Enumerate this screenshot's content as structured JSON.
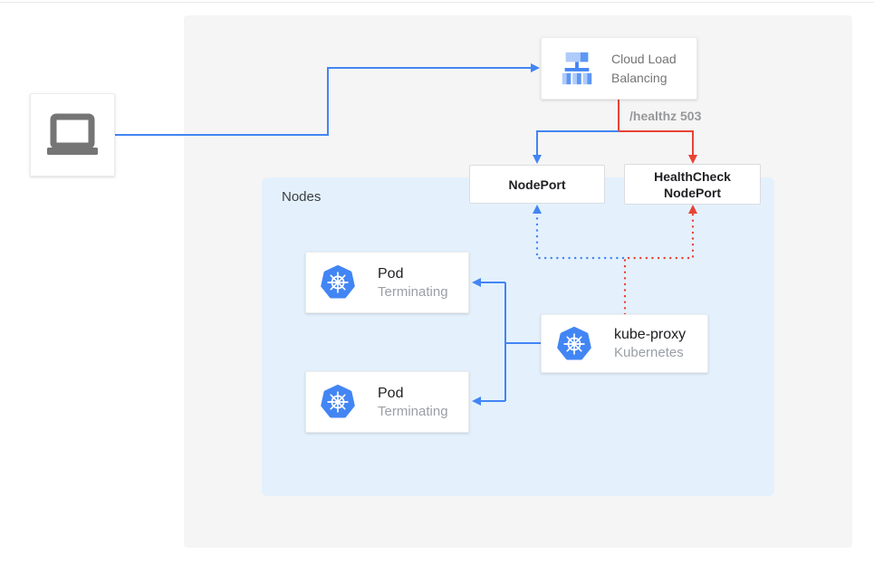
{
  "colors": {
    "blue": "#4285F4",
    "red": "#EA4335",
    "panel_bg": "#F5F5F5",
    "nodes_bg": "#E4F1FD",
    "text_dark": "#202124",
    "text_gray": "#9AA0A6",
    "clb_text": "#757575",
    "edge_label_gray": "#97989A",
    "laptop_gray": "#757575",
    "icon_blue_light": "#AECBFA",
    "icon_blue_mid": "#5E97F6"
  },
  "nodes_container": {
    "label": "Nodes"
  },
  "cloud_load_balancing": {
    "name_line1": "Cloud Load",
    "name_line2": "Balancing"
  },
  "edge_label": {
    "text": "/healthz 503"
  },
  "nodeport": {
    "label": "NodePort"
  },
  "healthcheck_nodeport": {
    "label_line1": "HealthCheck",
    "label_line2": "NodePort"
  },
  "pods": [
    {
      "title": "Pod",
      "status": "Terminating"
    },
    {
      "title": "Pod",
      "status": "Terminating"
    }
  ],
  "kube_proxy": {
    "title": "kube-proxy",
    "subtitle": "Kubernetes"
  }
}
